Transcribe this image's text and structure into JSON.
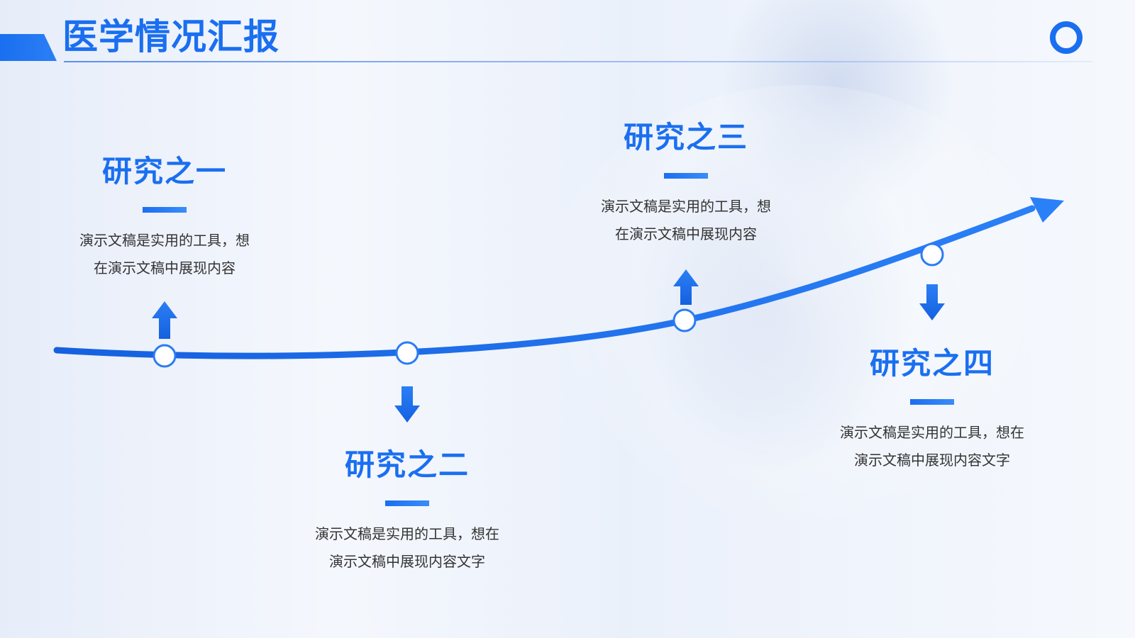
{
  "header": {
    "title": "医学情况汇报"
  },
  "colors": {
    "accent": "#1a6ff0",
    "text": "#333333"
  },
  "icons": {
    "logo": "ring-logo",
    "up_arrow": "arrow-up-icon",
    "down_arrow": "arrow-down-icon",
    "trend_arrow": "trend-arrow-icon"
  },
  "research": [
    {
      "title": "研究之一",
      "desc_line1": "演示文稿是实用的工具，想",
      "desc_line2": "在演示文稿中展现内容",
      "arrow": "up"
    },
    {
      "title": "研究之二",
      "desc_line1": "演示文稿是实用的工具，想在",
      "desc_line2": "演示文稿中展现内容文字",
      "arrow": "down"
    },
    {
      "title": "研究之三",
      "desc_line1": "演示文稿是实用的工具，想",
      "desc_line2": "在演示文稿中展现内容",
      "arrow": "up"
    },
    {
      "title": "研究之四",
      "desc_line1": "演示文稿是实用的工具，想在",
      "desc_line2": "演示文稿中展现内容文字",
      "arrow": "down"
    }
  ]
}
